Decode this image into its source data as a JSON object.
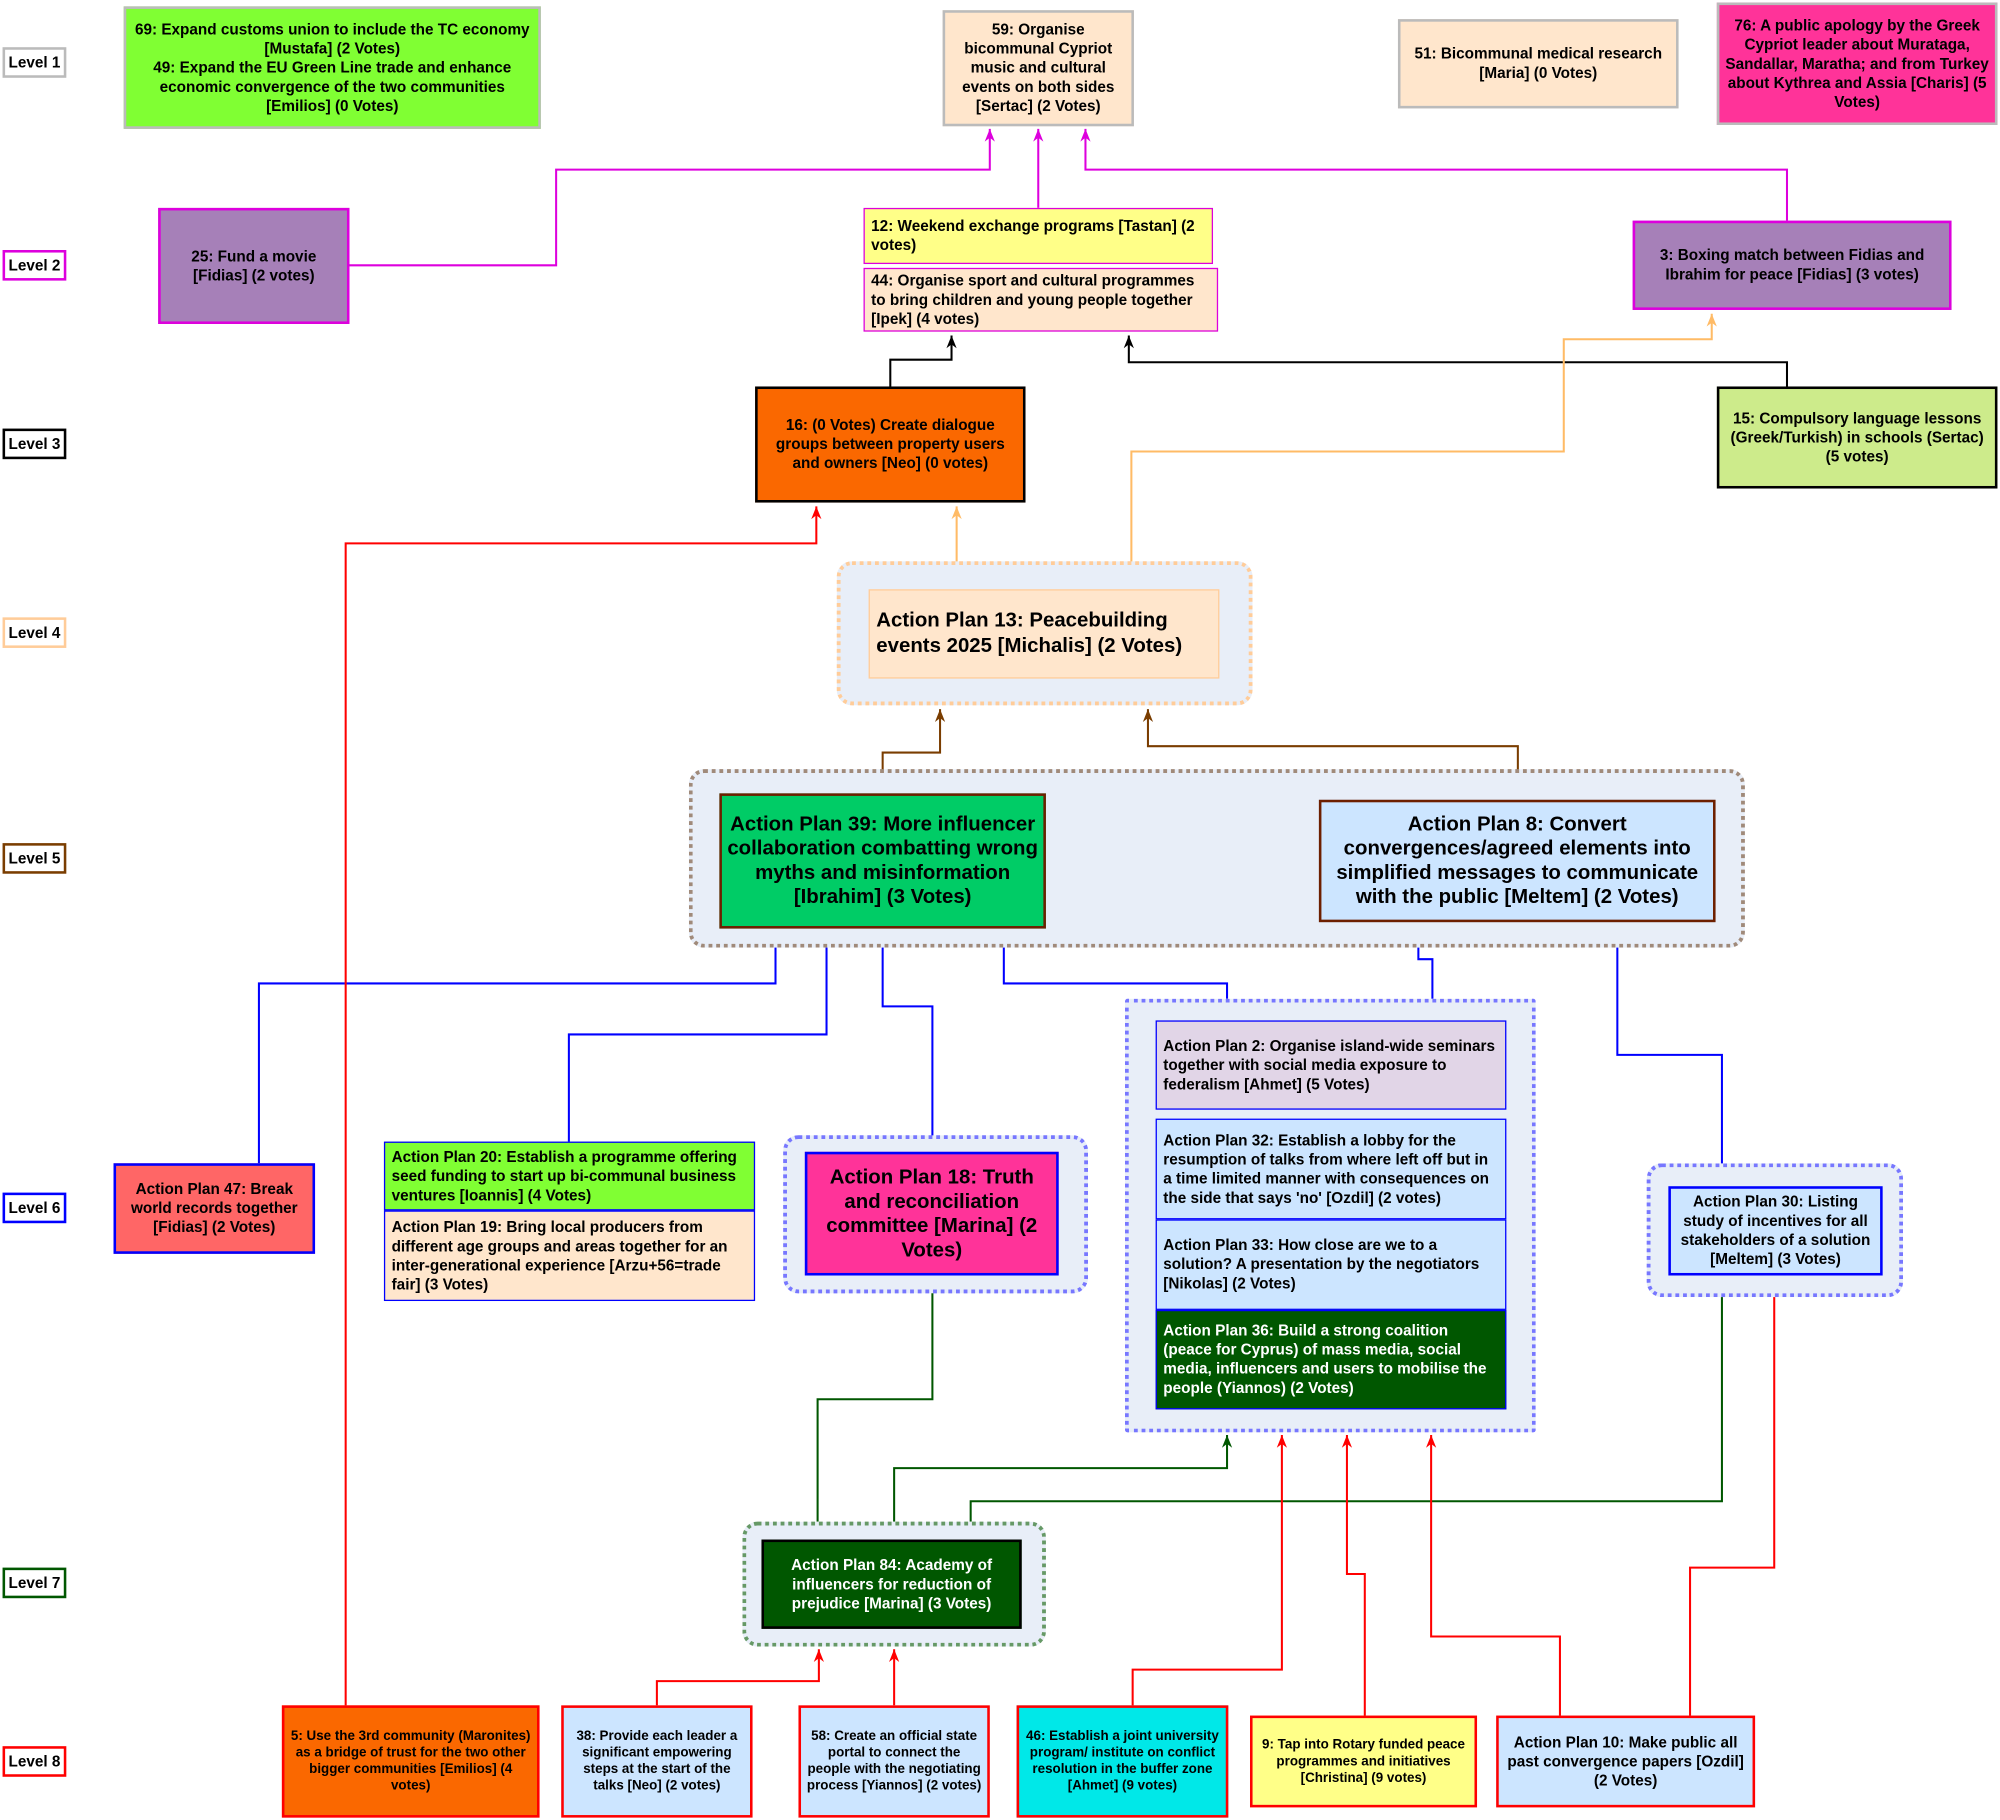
{
  "levels": [
    "Level 1",
    "Level 2",
    "Level 3",
    "Level 4",
    "Level 5",
    "Level 6",
    "Level 7",
    "Level 8"
  ],
  "level1": {
    "n69_49": "69: Expand customs union to include the TC economy [Mustafa] (2 Votes)\n49: Expand the EU Green Line trade and enhance economic convergence of the two communities [Emilios] (0 Votes)",
    "n59": "59: Organise bicommunal Cypriot music and cultural events on both sides [Sertac]  (2 Votes)",
    "n51": "51: Bicommunal medical research [Maria] (0 Votes)",
    "n76": "76: A public apology by the Greek Cypriot leader about Murataga, Sandallar, Maratha; and from Turkey about Kythrea and Assia [Charis] (5 Votes)"
  },
  "level2": {
    "n25": "25: Fund a movie [Fidias] (2 votes)",
    "n12": "12: Weekend exchange programs [Tastan] (2 votes)",
    "n44": "44: Organise sport and cultural programmes to bring children and young people together [Ipek] (4 votes)",
    "n3": "3: Boxing match between Fidias and Ibrahim for peace [Fidias] (3 votes)"
  },
  "level3": {
    "n16": "16: (0 Votes) Create dialogue groups between property users and owners [Neo] (0 votes)",
    "n15": "15: Compulsory language lessons  (Greek/Turkish) in schools (Sertac) (5 votes)"
  },
  "level4": {
    "ap13": "Action Plan 13: Peacebuilding events 2025 [Michalis] (2 Votes)"
  },
  "level5": {
    "ap39": "Action Plan 39: More influencer collaboration combatting wrong myths and misinformation [Ibrahim] (3 Votes)",
    "ap8": "Action Plan 8: Convert convergences/agreed elements into simplified messages to communicate with the public [Meltem] (2 Votes)"
  },
  "level6": {
    "ap47": "Action Plan 47: Break world records together [Fidias] (2 Votes)",
    "ap20": "Action Plan 20: Establish a programme offering seed funding to start up bi-communal business ventures [Ioannis] (4 Votes)",
    "ap19": "Action Plan 19: Bring local producers from different age groups and areas together for an inter-generational experience [Arzu+56=trade fair] (3 Votes)",
    "ap18": "Action Plan 18: Truth and reconciliation committee [Marina] (2 Votes)",
    "ap2": "Action Plan 2: Organise island-wide seminars together with social media exposure to federalism [Ahmet] (5 Votes)",
    "ap32": "Action Plan 32: Establish a lobby for the resumption of talks from where left off but in a time limited manner with consequences on the side that says 'no' [Ozdil] (2 votes)",
    "ap33": "Action Plan 33: How close are we to a solution? A presentation by the negotiators [Nikolas] (2 Votes)",
    "ap36": "Action Plan 36: Build a strong coalition (peace for Cyprus) of mass media, social media, influencers and users to mobilise the people (Yiannos) (2 Votes)",
    "ap30": "Action Plan 30: Listing study of incentives for all stakeholders of a solution [Meltem] (3 Votes)"
  },
  "level7": {
    "ap84": "Action Plan 84: Academy of influencers for reduction of prejudice [Marina] (3 Votes)"
  },
  "level8": {
    "n5": "5: Use the 3rd community (Maronites) as a bridge of trust for the two other bigger communities [Emilios] (4 votes)",
    "n38": "38: Provide each leader a significant empowering steps at the start of the talks [Neo] (2 votes)",
    "n58": "58: Create an official state portal to connect the people with the negotiating process [Yiannos] (2 votes)",
    "n46": "46: Establish a joint university program/ institute on conflict resolution in the buffer zone [Ahmet] (9 votes)",
    "n9": "9: Tap into Rotary funded peace programmes and initiatives [Christina] (9 votes)",
    "ap10": "Action Plan 10: Make public all past convergence papers [Ozdil] (2 Votes)"
  },
  "colors": {
    "level1": "#aaaaaa",
    "level2": "#dd00dd",
    "level3": "#000000",
    "level4": "#ffcc99",
    "level5": "#6d3a00",
    "level6": "#0000ff",
    "level7": "#005700",
    "level8": "#ff0000"
  }
}
